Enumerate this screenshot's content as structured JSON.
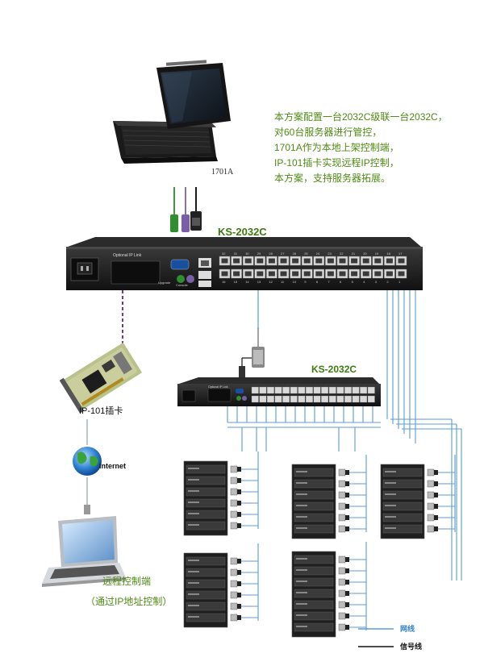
{
  "description": {
    "lines": [
      "本方案配置一台2032C级联一台2032C，",
      "对60台服务器进行管控，",
      "1701A作为本地上架控制端，",
      "IP-101插卡实现远程IP控制，",
      "本方案，支持服务器拓展。"
    ]
  },
  "console": {
    "label": "1701A"
  },
  "main_switch": {
    "label": "KS-2032C",
    "panel_text": "Optional IP Link",
    "console_text": "Console",
    "upgrade_text": "Upgrade",
    "port_numbers_top": [
      "32",
      "31",
      "30",
      "29",
      "28",
      "27",
      "26",
      "25",
      "24",
      "23",
      "22",
      "21",
      "20",
      "19",
      "18",
      "17"
    ],
    "port_numbers_bottom": [
      "16",
      "15",
      "14",
      "13",
      "12",
      "11",
      "10",
      "9",
      "8",
      "7",
      "6",
      "5",
      "4",
      "3",
      "2",
      "1"
    ]
  },
  "sub_switch": {
    "label": "KS-2032C",
    "panel_text": "Optional IP Link"
  },
  "ip_card": {
    "label": "IP-101插卡"
  },
  "internet": {
    "label": "internet"
  },
  "remote": {
    "label": "远程控制端",
    "sublabel": "（通过IP地址控制）"
  },
  "legend": {
    "items": [
      {
        "label": "网线",
        "color": "#2f7fc8"
      },
      {
        "label": "信号线",
        "color": "#111111"
      }
    ]
  },
  "colors": {
    "network_line": "#5b9bd5",
    "signal_line": "#111111",
    "accent_green": "#4e8a13"
  },
  "icons": [
    "kvm-console-icon",
    "ps2-cable-icon",
    "kvm-switch-icon",
    "ip-card-icon",
    "globe-icon",
    "laptop-icon",
    "server-rack-icon",
    "kvm-adapter-icon"
  ]
}
